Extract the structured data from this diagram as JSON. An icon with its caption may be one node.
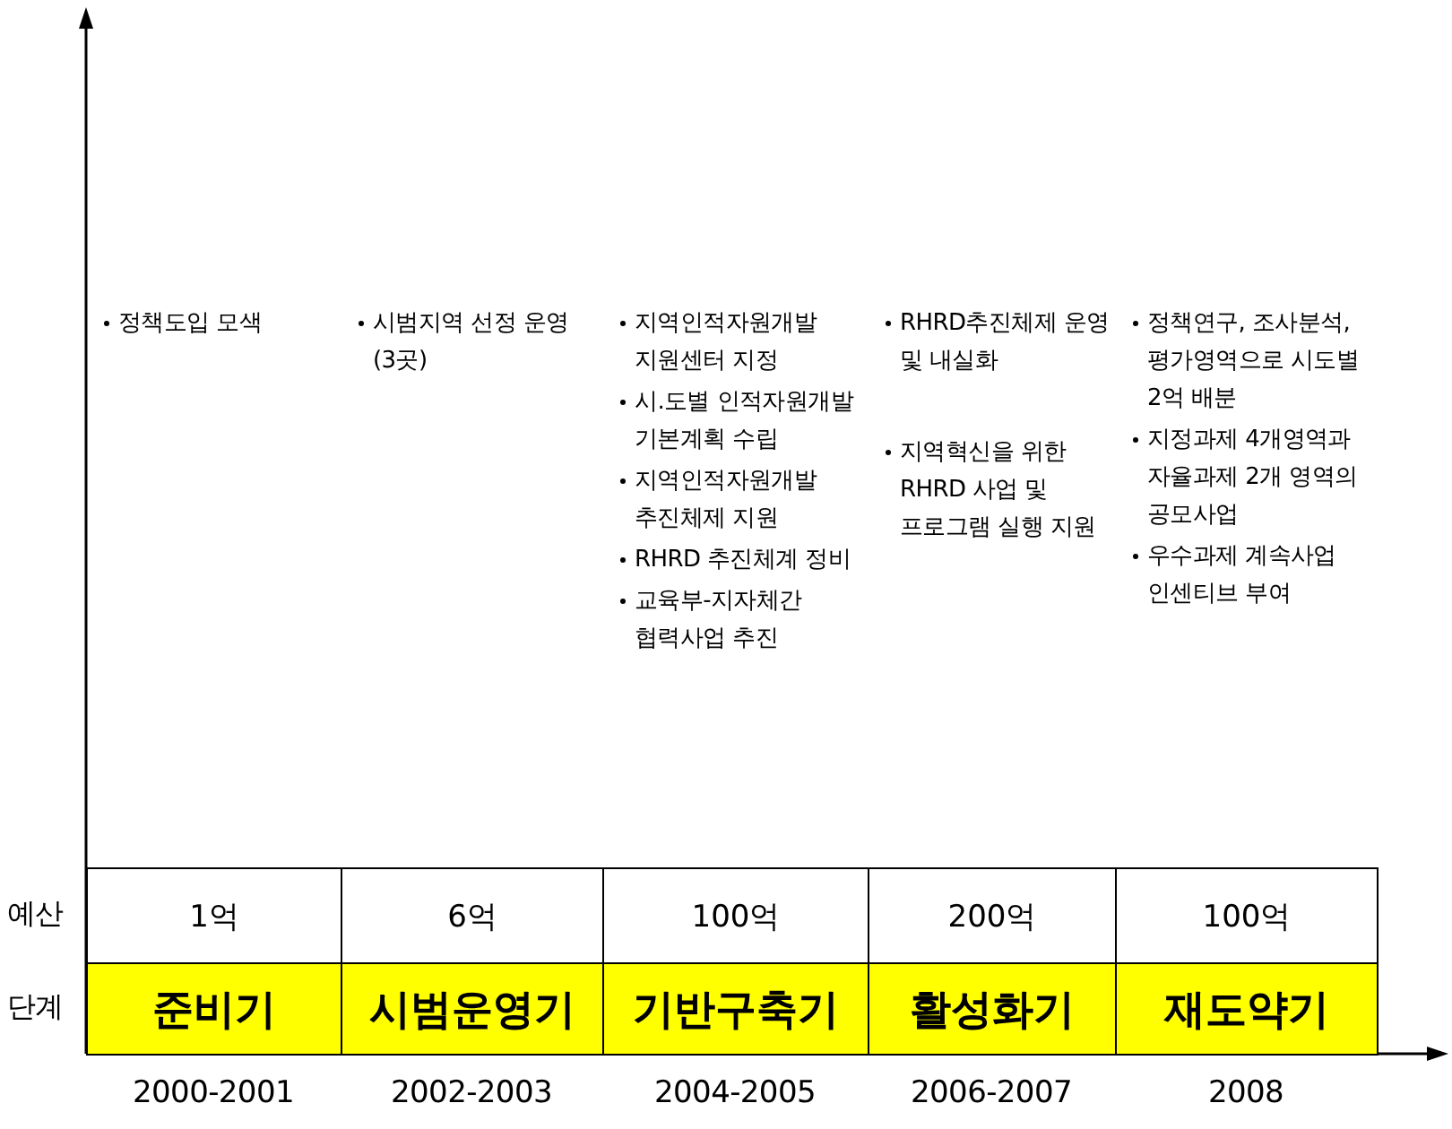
{
  "diagram": {
    "labels": [
      "정책도입 모색",
      "시범지역 선정 운영(3곳)",
      "지역인적자원개발 지원센터 지정",
      "시.도별 인적자원개발 기본계획 수립",
      "지역인적자원개발 추진체제 지원",
      "RHRD 추진체계 정비",
      "교육부-지자체간 협력사업 추진",
      "RHRD추진체제 운영 및 내실화",
      "지역혁신을 위한 RHRD 사업 및 프로그램 실행 지원",
      "정책연구, 조사분석, 평가영역으로 시도별 2억 배분",
      "지정과제 4개영역과 자율과제 2개 영역의 공모사업",
      "우수과제 계속사업 인센티브 부여",
      "예산",
      "1억",
      "6억",
      "100억",
      "200억",
      "100억",
      "단계",
      "준비기",
      "시범운영기",
      "기반구축기",
      "활성화기",
      "재도약기",
      "2000-2001",
      "2002-2003",
      "2004-2005",
      "2006-2007",
      "2008"
    ]
  }
}
